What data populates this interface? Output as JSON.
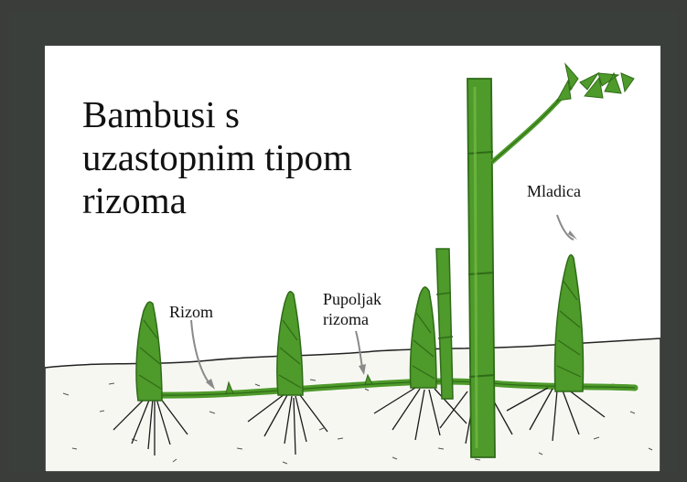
{
  "title_lines": [
    "Bambusi s",
    "uzastopnim tipom",
    "rizoma"
  ],
  "labels": {
    "rhizome": "Rizom",
    "rhizome_bud_lines": [
      "Pupoljak",
      "rizoma"
    ],
    "sapling": "Mladica"
  },
  "colors": {
    "background_frame": "#3b3f3b",
    "panel": "#ffffff",
    "bamboo_green": "#4e9a2a",
    "bamboo_dark": "#2f6b18",
    "arrow_gray": "#8a8a8a"
  }
}
